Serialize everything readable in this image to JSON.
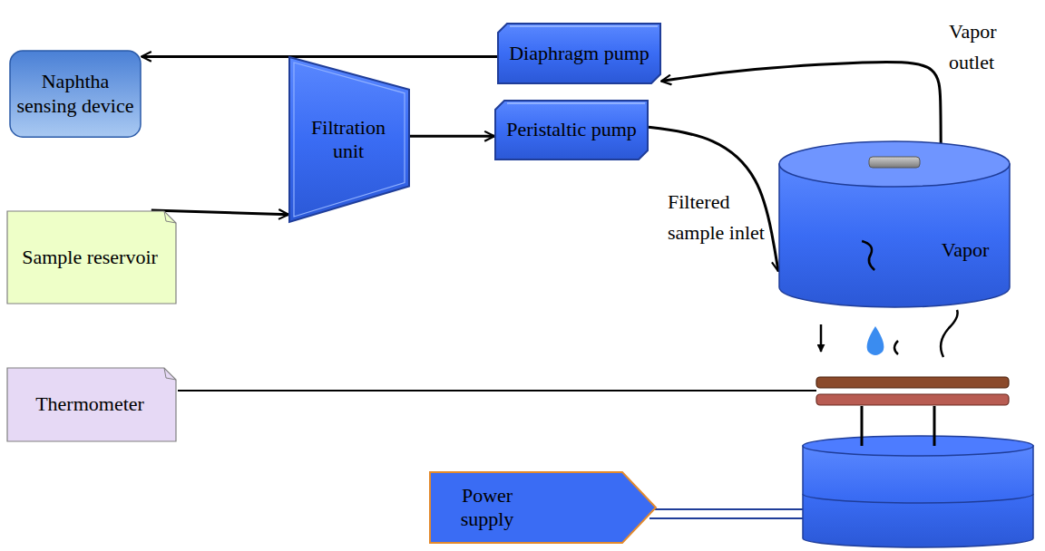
{
  "diagram": {
    "nodes": [
      {
        "text": [
          "Naphtha sensing device"
        ]
      },
      {
        "text": [
          "Diaphragm pump"
        ]
      },
      {
        "text": [
          "Filtration unit"
        ]
      },
      {
        "text": [
          "Peristaltic pump"
        ]
      },
      {
        "text": [
          "Sample reservoir"
        ]
      },
      {
        "text": [
          "Vapor"
        ]
      },
      {
        "text": [
          "Thermometer"
        ]
      },
      {
        "text": [
          "Power supply"
        ]
      }
    ],
    "edges": [
      {
        "from": 1,
        "to": 0,
        "arrow": "to"
      },
      {
        "from": 4,
        "to": 2,
        "arrow": "to"
      },
      {
        "from": 2,
        "to": 3,
        "arrow": "to"
      },
      {
        "from": 3,
        "to": 5,
        "arrow": "to"
      },
      {
        "from": 5,
        "to": 1,
        "arrow": "to"
      }
    ],
    "labels": [
      "Vapor outlet",
      "Filtered sample inlet"
    ]
  }
}
